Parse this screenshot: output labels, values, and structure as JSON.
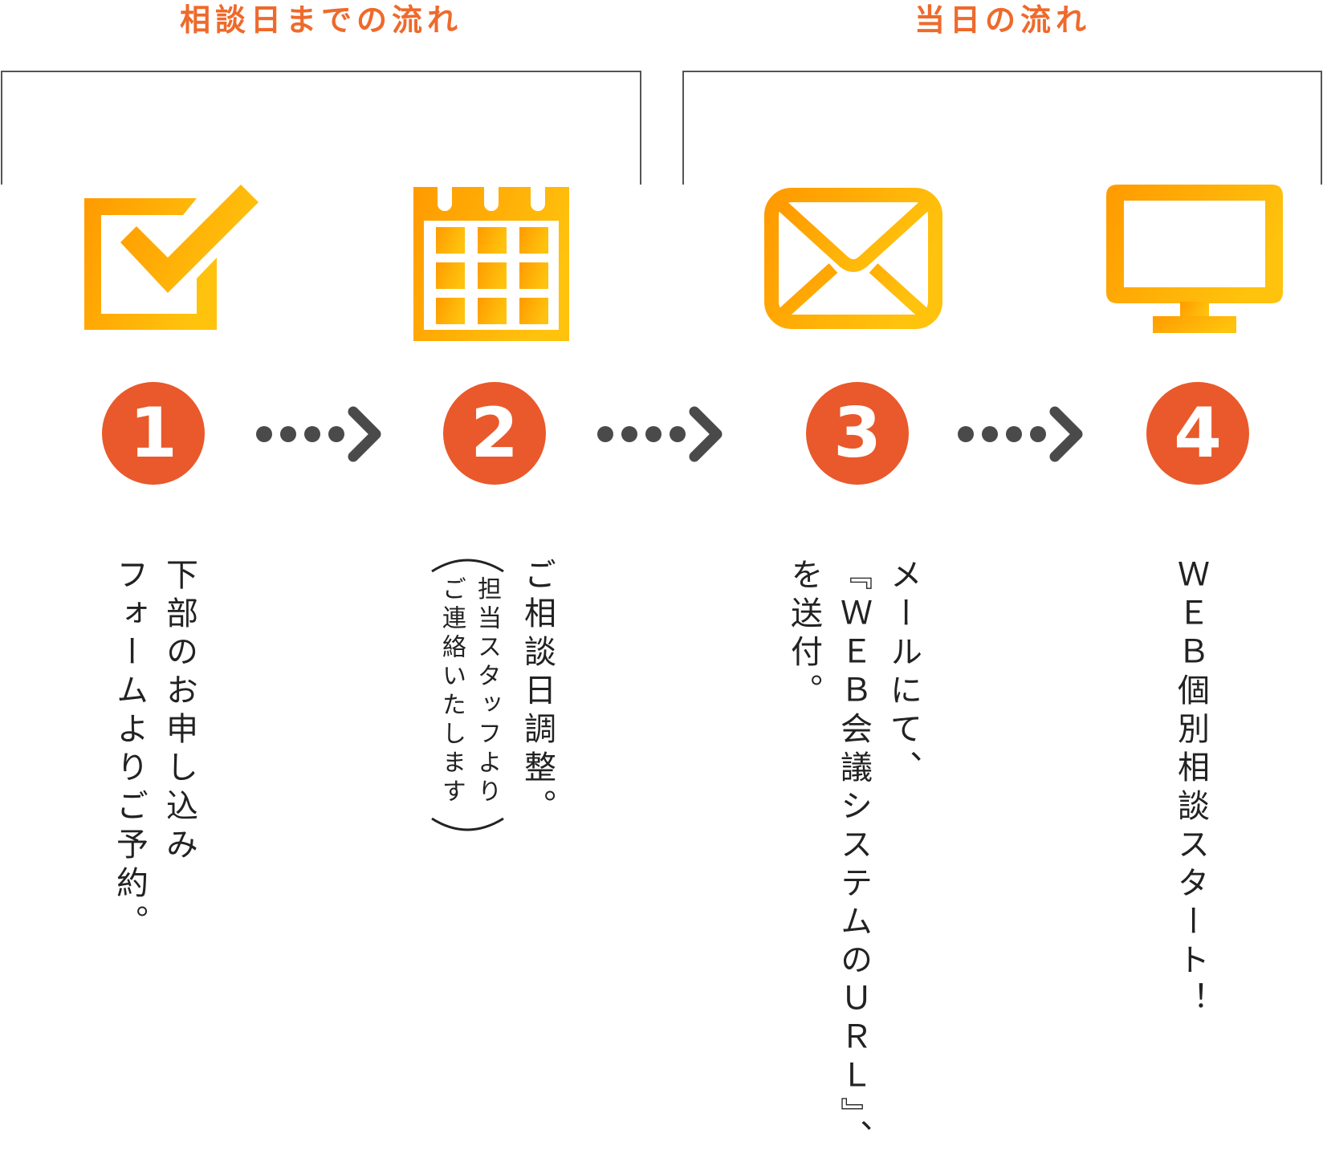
{
  "sections": {
    "before": {
      "title": "相談日までの流れ"
    },
    "day": {
      "title": "当日の流れ"
    }
  },
  "steps": [
    {
      "number": "1",
      "icon": "checkbox-icon",
      "text": "下部のお申し込み\nフォームよりご予約。"
    },
    {
      "number": "2",
      "icon": "calendar-icon",
      "text": "ご相談日調整。",
      "note": "担当スタッフより\nご連絡いたします"
    },
    {
      "number": "3",
      "icon": "mail-icon",
      "text": "メールにて、\n『ＷＥＢ会議システムのＵＲＬ』、\nを送付。"
    },
    {
      "number": "4",
      "icon": "monitor-icon",
      "text": "ＷＥＢ個別相談スタート！"
    }
  ],
  "colors": {
    "title": "#ee6a2b",
    "number_circle": "#e9592b",
    "icon_gradient_start": "#ff9a00",
    "icon_gradient_end": "#ffc20d",
    "arrow": "#4a4a4a",
    "bracket": "#555555",
    "text": "#222222"
  }
}
